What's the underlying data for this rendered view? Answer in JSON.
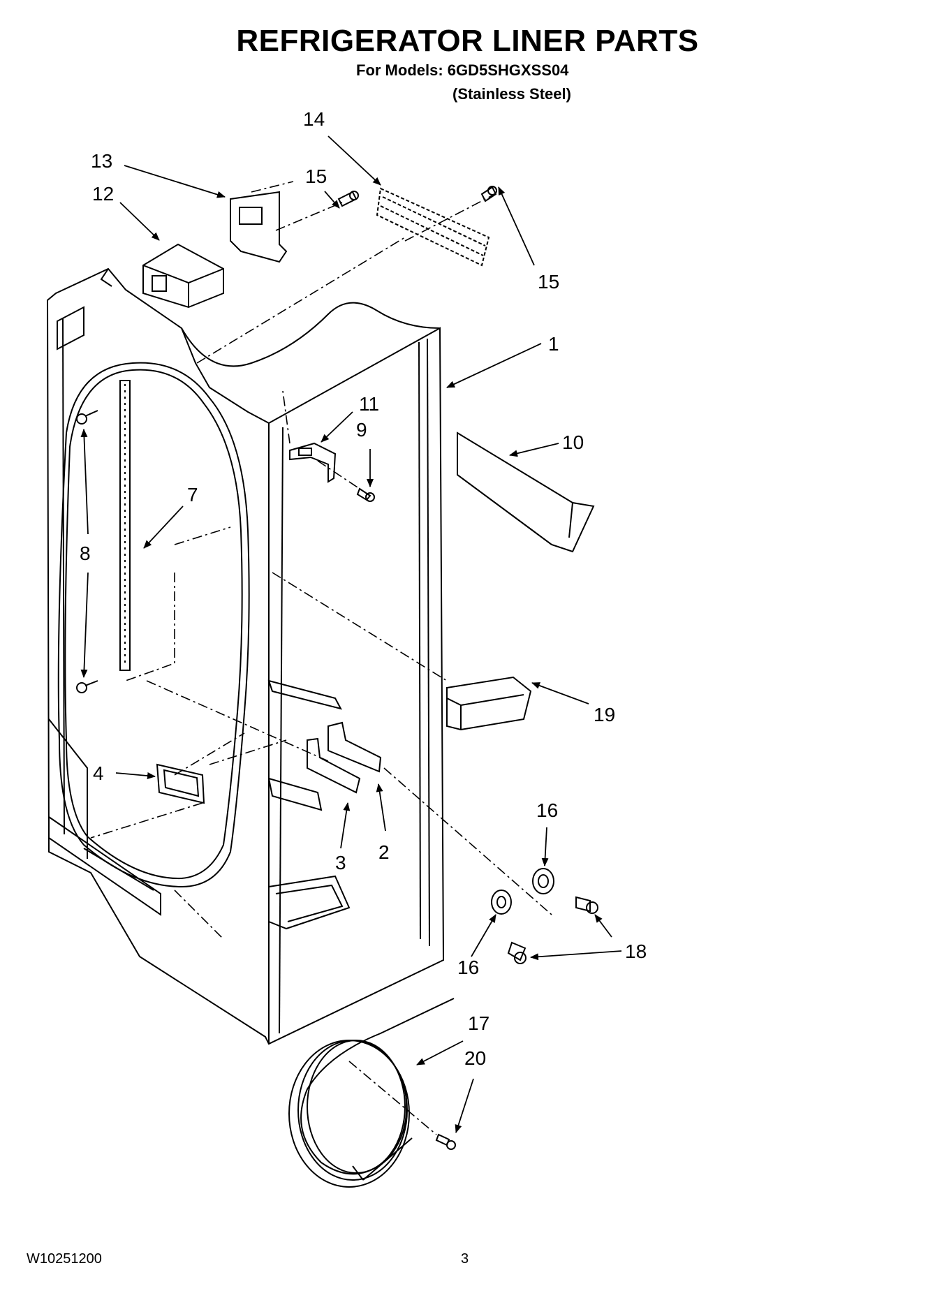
{
  "header": {
    "title": "REFRIGERATOR LINER PARTS",
    "models_line": "For Models: 6GD5SHGXSS04",
    "variant_line": "(Stainless Steel)"
  },
  "callouts": [
    {
      "id": "callout-14",
      "text": "14"
    },
    {
      "id": "callout-13",
      "text": "13"
    },
    {
      "id": "callout-15a",
      "text": "15"
    },
    {
      "id": "callout-12",
      "text": "12"
    },
    {
      "id": "callout-15b",
      "text": "15"
    },
    {
      "id": "callout-1",
      "text": "1"
    },
    {
      "id": "callout-11",
      "text": "11"
    },
    {
      "id": "callout-9",
      "text": "9"
    },
    {
      "id": "callout-10",
      "text": "10"
    },
    {
      "id": "callout-7",
      "text": "7"
    },
    {
      "id": "callout-8",
      "text": "8"
    },
    {
      "id": "callout-19",
      "text": "19"
    },
    {
      "id": "callout-4",
      "text": "4"
    },
    {
      "id": "callout-3",
      "text": "3"
    },
    {
      "id": "callout-2",
      "text": "2"
    },
    {
      "id": "callout-16a",
      "text": "16"
    },
    {
      "id": "callout-18",
      "text": "18"
    },
    {
      "id": "callout-16b",
      "text": "16"
    },
    {
      "id": "callout-17",
      "text": "17"
    },
    {
      "id": "callout-20",
      "text": "20"
    }
  ],
  "footer": {
    "doc_number": "W10251200",
    "page_number": "3"
  }
}
